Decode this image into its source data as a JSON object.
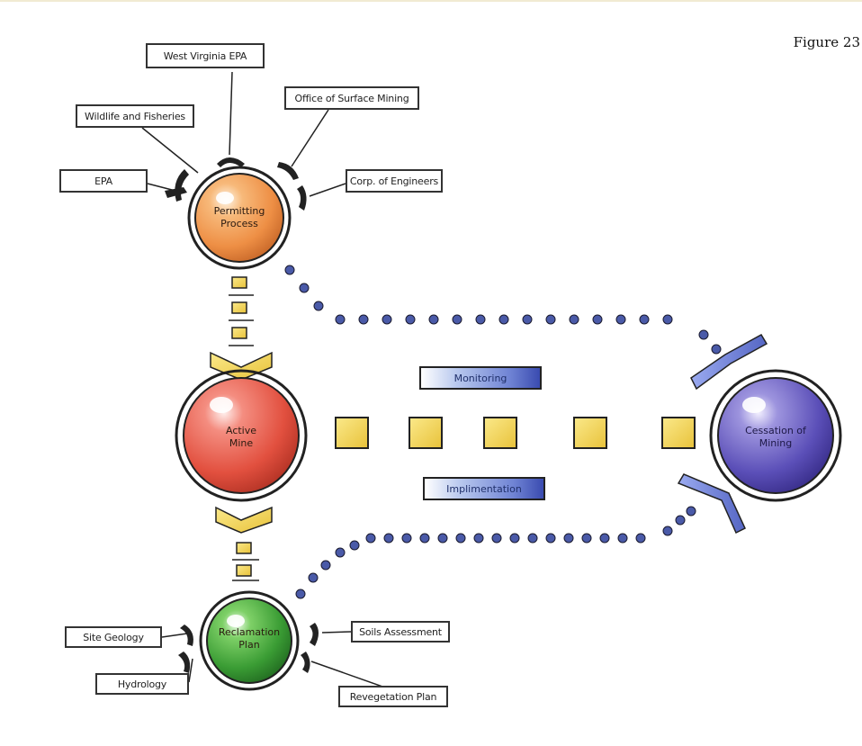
{
  "figure_number": "Figure 23",
  "nodes": {
    "permitting": {
      "line1": "Permitting",
      "line2": "Process",
      "color": "#f0a15c"
    },
    "active": {
      "line1": "Active",
      "line2": "Mine",
      "color": "#ea5a4c"
    },
    "reclamation": {
      "line1": "Reclamation",
      "line2": "Plan",
      "color": "#3fa83c"
    },
    "cessation": {
      "line1": "Cessation of",
      "line2": "Mining",
      "color": "#5a55b8"
    }
  },
  "agencies": {
    "west_virginia_epa": "West Virginia EPA",
    "office_surface_mining": "Office of Surface Mining",
    "wildlife_fisheries": "Wildlife and Fisheries",
    "epa": "EPA",
    "corp_engineers": "Corp. of Engineers"
  },
  "reclamation_inputs": {
    "site_geology": "Site Geology",
    "hydrology": "Hydrology",
    "soils_assessment": "Soils Assessment",
    "revegetation_plan": "Revegetation Plan"
  },
  "bands": {
    "monitoring": "Monitoring",
    "implementation": "Implimentation"
  },
  "colors": {
    "connector_yellow": "#f2d24a",
    "dot_blue": "#4a5aa8",
    "bracket_blue": "#6f7fd4",
    "outline": "#222222"
  }
}
